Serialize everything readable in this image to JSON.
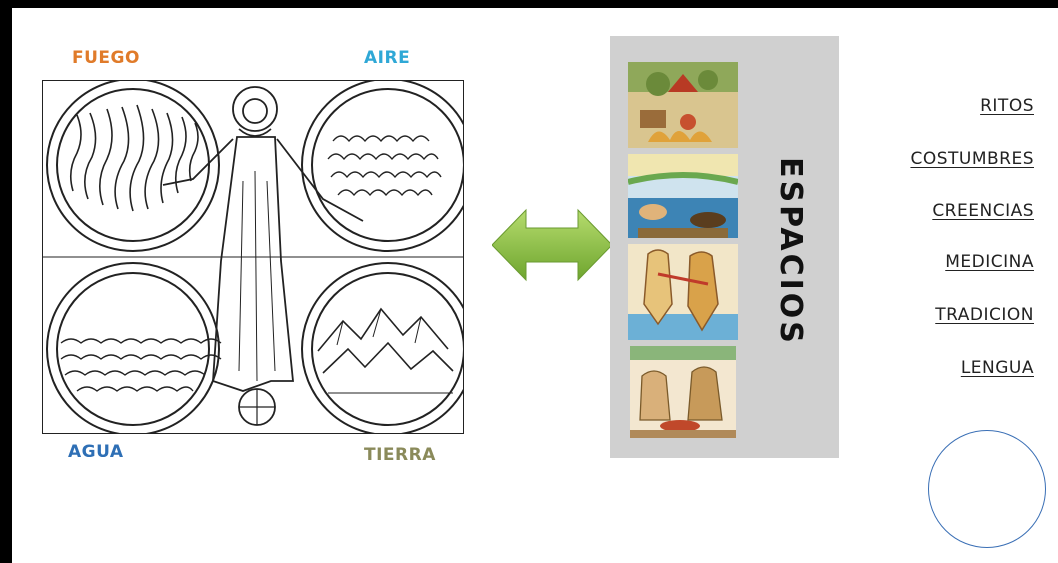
{
  "elements": {
    "fire": {
      "label": "FUEGO",
      "color": "#e07b2a"
    },
    "air": {
      "label": "AIRE",
      "color": "#2fa8d6"
    },
    "water": {
      "label": "AGUA",
      "color": "#2e6fb5"
    },
    "earth": {
      "label": "TIERRA",
      "color": "#8a8a5a"
    }
  },
  "panel": {
    "title": "ESPACIOS",
    "background": "#d0d0d0"
  },
  "arrow": {
    "color": "#8cc34a",
    "icon": "double-arrow-icon"
  },
  "links": [
    {
      "label": "RITOS"
    },
    {
      "label": "COSTUMBRES"
    },
    {
      "label": "CREENCIAS"
    },
    {
      "label": "MEDICINA"
    },
    {
      "label": "TRADICION"
    },
    {
      "label": "LENGUA"
    }
  ],
  "circle_color": "#3a6fb5"
}
